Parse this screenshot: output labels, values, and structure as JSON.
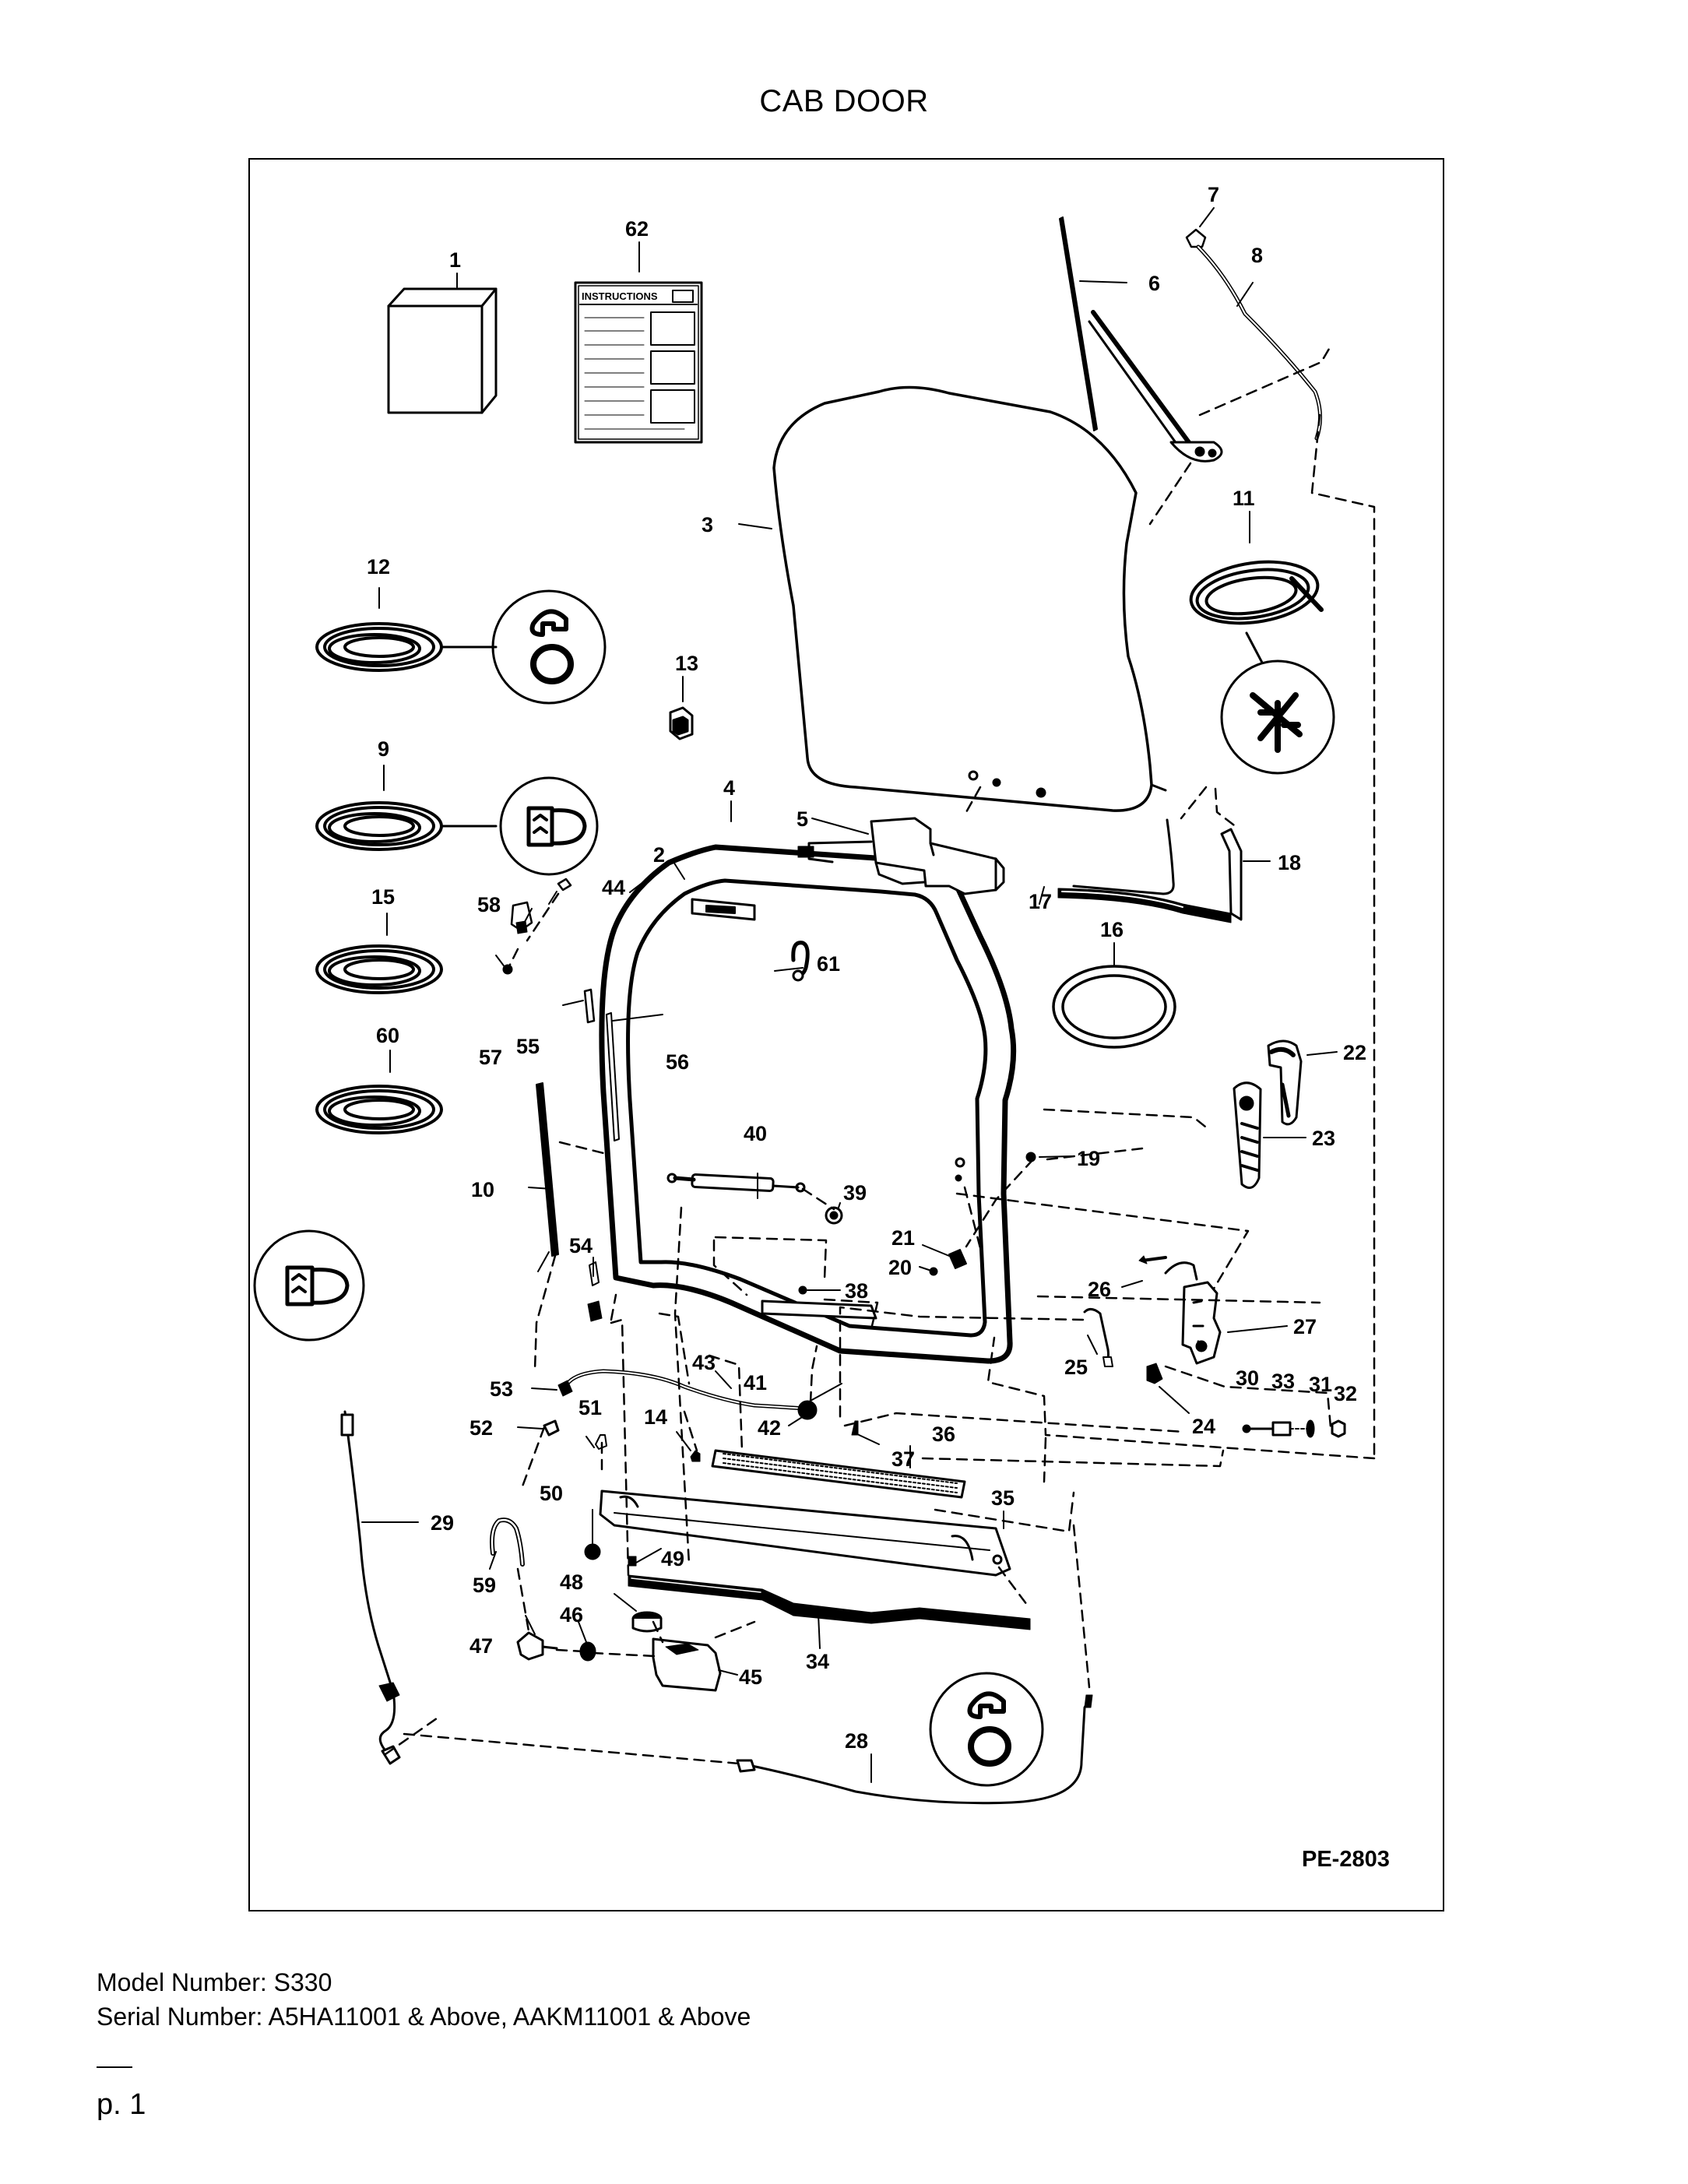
{
  "page_title": "CAB DOOR",
  "drawing_number": "PE-2803",
  "instructions_label": "INSTRUCTIONS",
  "footer": {
    "model": "Model Number: S330",
    "serial": "Serial Number: A5HA11001 & Above, AAKM11001 & Above"
  },
  "page_number": "p. 1",
  "callouts": {
    "c1": "1",
    "c2": "2",
    "c3": "3",
    "c4": "4",
    "c5": "5",
    "c6": "6",
    "c7": "7",
    "c8": "8",
    "c9": "9",
    "c10": "10",
    "c11": "11",
    "c12": "12",
    "c13": "13",
    "c14": "14",
    "c15": "15",
    "c16": "16",
    "c17": "17",
    "c18": "18",
    "c19": "19",
    "c20": "20",
    "c21": "21",
    "c22": "22",
    "c23": "23",
    "c24": "24",
    "c25": "25",
    "c26": "26",
    "c27": "27",
    "c28": "28",
    "c29": "29",
    "c30": "30",
    "c31": "31",
    "c32": "32",
    "c33": "33",
    "c34": "34",
    "c35": "35",
    "c36": "36",
    "c37": "37",
    "c38": "38",
    "c39": "39",
    "c40": "40",
    "c41": "41",
    "c42": "42",
    "c43": "43",
    "c44": "44",
    "c45": "45",
    "c46": "46",
    "c47": "47",
    "c48": "48",
    "c49": "49",
    "c50": "50",
    "c51": "51",
    "c52": "52",
    "c53": "53",
    "c54": "54",
    "c55": "55",
    "c56": "56",
    "c57": "57",
    "c58": "58",
    "c59": "59",
    "c60": "60",
    "c61": "61",
    "c62": "62"
  }
}
